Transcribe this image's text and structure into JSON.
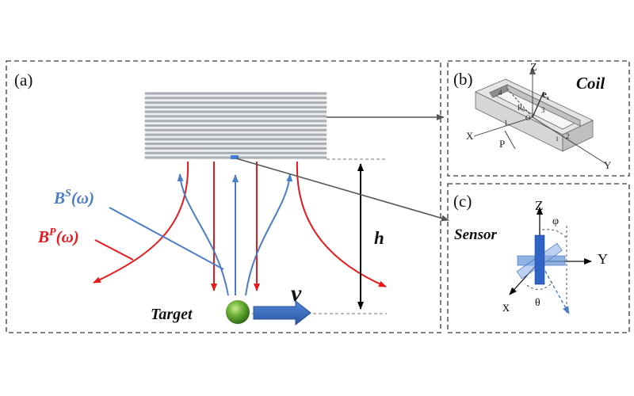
{
  "panel_a": {
    "label": "(a)",
    "secondary_field_label": "B",
    "secondary_field_sup": "S",
    "secondary_field_arg": "(ω)",
    "primary_field_label": "B",
    "primary_field_sup": "P",
    "primary_field_arg": "(ω)",
    "height_label": "h",
    "velocity_label": "v",
    "target_label": "Target"
  },
  "panel_b": {
    "label": "(b)",
    "title": "Coil",
    "axis_z": "Z",
    "axis_x": "X",
    "axis_y": "Y",
    "point_p": "P",
    "origin": "O",
    "radius": "R",
    "radius_sub": "0",
    "unit_vector": "e",
    "unit_vector_sub": "s",
    "segment_1": "1",
    "segment_2": "2",
    "segment_3": "3",
    "segment_4": "4",
    "segment_1b": "1"
  },
  "panel_c": {
    "label": "(c)",
    "title": "Sensor",
    "axis_z": "Z",
    "axis_y": "Y",
    "axis_x": "x",
    "angle_phi": "φ",
    "angle_theta": "θ"
  },
  "colors": {
    "primary_field": "#e8191c",
    "secondary_field": "#4a7cc8",
    "velocity_arrow": "#3565c0",
    "target": "#5a9e2c",
    "coil": "#b9bec4",
    "frame": "#3a3a3a"
  }
}
